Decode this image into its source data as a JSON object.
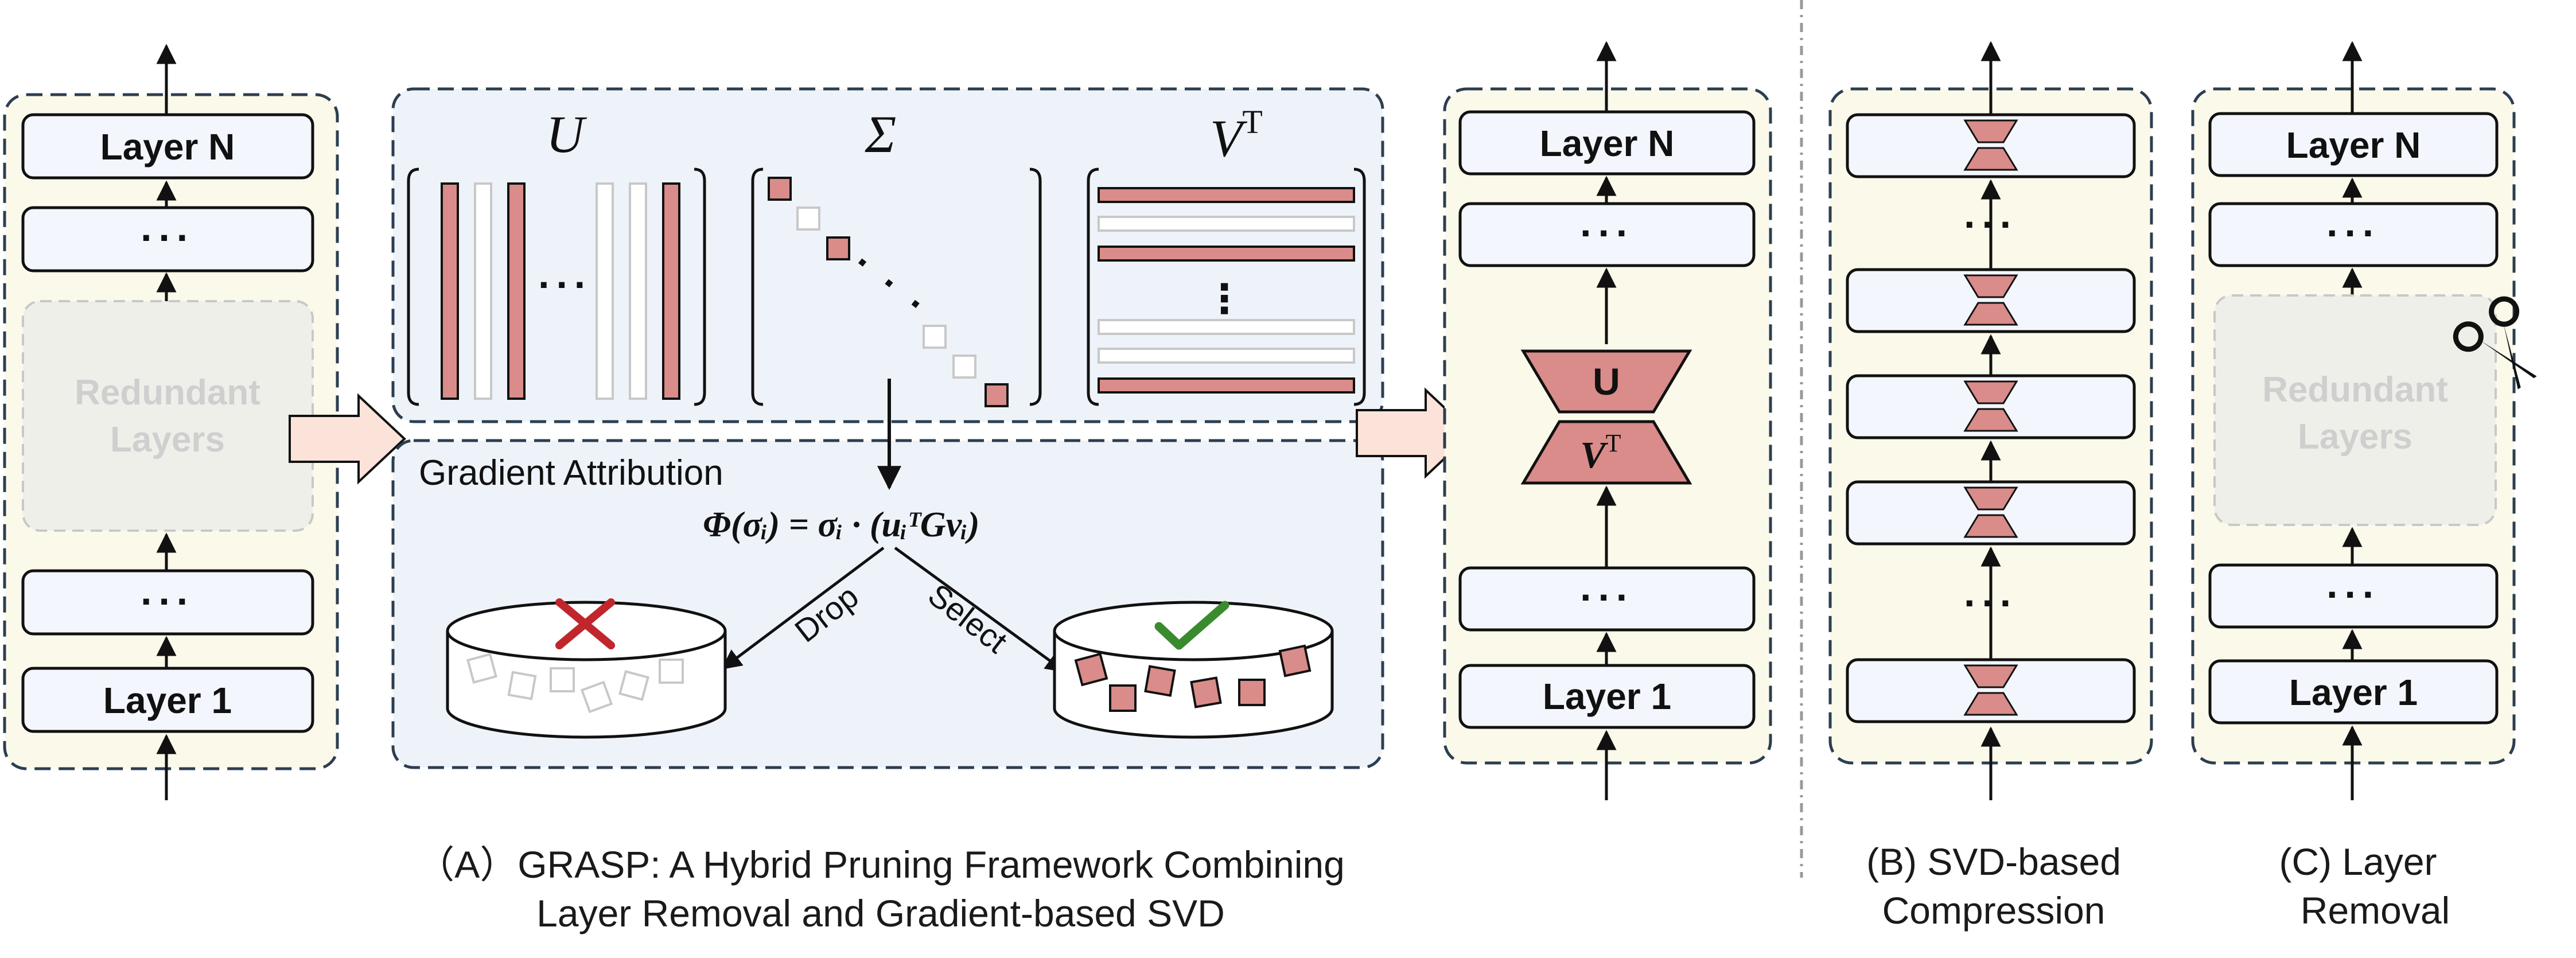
{
  "panel_a": {
    "input_model": {
      "layer_top": "Layer N",
      "dots_top": "···",
      "redundant_line1": "Redundant",
      "redundant_line2": "Layers",
      "dots_bottom": "···",
      "layer_bottom": "Layer 1"
    },
    "svd": {
      "u_title": "U",
      "sigma_title": "Σ",
      "vt_title": "V",
      "vt_superscript": "T",
      "u_dots": "···",
      "sigma_dots": "·  ·  ·",
      "vt_dots": "⋮"
    },
    "gradient": {
      "title": "Gradient  Attribution",
      "formula": "Φ(σᵢ) =  σᵢ · (uᵢᵀGvᵢ)",
      "drop_label": "Drop",
      "select_label": "Select"
    },
    "output_model": {
      "layer_top": "Layer N",
      "dots_top": "···",
      "u_label": "U",
      "vt_label": "V",
      "vt_superscript": "T",
      "dots_bottom": "···",
      "layer_bottom": "Layer 1"
    },
    "caption_line1": "（A）GRASP: A Hybrid Pruning Framework Combining",
    "caption_line2": "Layer Removal and Gradient-based SVD"
  },
  "panel_b": {
    "dots_top": "···",
    "dots_bottom": "···",
    "caption_line1": "(B)    SVD-based",
    "caption_line2": "Compression"
  },
  "panel_c": {
    "layer_top": "Layer N",
    "dots_top": "···",
    "redundant_line1": "Redundant",
    "redundant_line2": "Layers",
    "dots_bottom": "···",
    "layer_bottom": "Layer 1",
    "scissors_icon": "scissors-icon",
    "caption_line1": "(C)        Layer",
    "caption_line2": "Removal"
  },
  "colors": {
    "accent_pink": "#D98C89",
    "pink_stroke": "#1a1a1a",
    "panel_bg_yellow": "#FBF9EA",
    "panel_bg_blue": "#EEF3FA",
    "layer_fill": "#F3F6FC",
    "dashed_border": "#2C3E50",
    "redundant_fill": "#EFEFEA",
    "red_cross": "#C0272D",
    "green_check": "#3A8B2E",
    "arrow_fill": "#FBE3D9"
  }
}
